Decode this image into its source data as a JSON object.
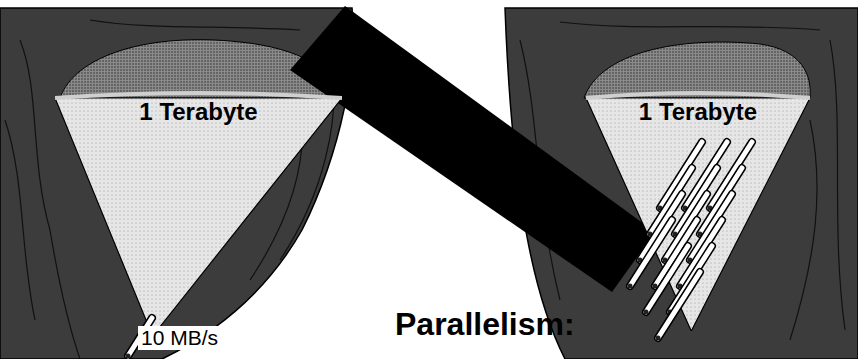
{
  "diagram": {
    "title": "Parallelism:",
    "nodes": [
      {
        "text": [
          "1 Terabyte"
        ]
      },
      {
        "text": [
          "1 Terabyte"
        ]
      }
    ],
    "labels": [
      "10 MB/s"
    ]
  }
}
